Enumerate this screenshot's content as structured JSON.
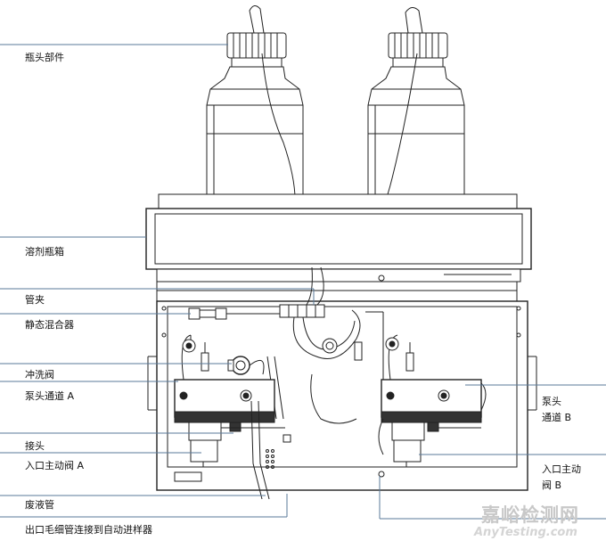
{
  "labels": {
    "bottle_head": "瓶头部件",
    "solvent_cabinet": "溶剂瓶箱",
    "tube_clip": "管夹",
    "static_mixer": "静态混合器",
    "purge_valve": "冲洗阀",
    "pump_head_a": "泵头通道 A",
    "connector": "接头",
    "inlet_valve_a": "入口主动阀 A",
    "waste_tube": "废液管",
    "outlet_capillary": "出口毛细管连接到自动进样器",
    "pump_head_b_line1": "泵头",
    "pump_head_b_line2": "通道 B",
    "inlet_valve_b_line1": "入口主动",
    "inlet_valve_b_line2": "阀 B"
  },
  "watermark": {
    "cn": "嘉峪检测网",
    "en": "AnyTesting.com"
  }
}
